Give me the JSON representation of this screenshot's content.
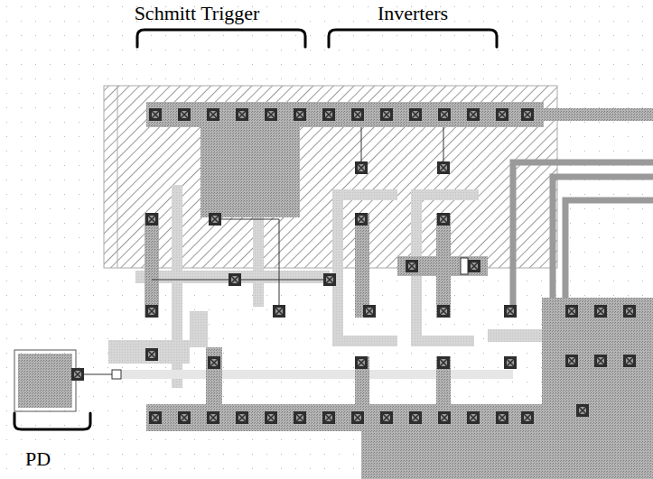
{
  "diagram": {
    "labels": [
      "Schmitt Trigger",
      "Inverters",
      "PD"
    ]
  }
}
